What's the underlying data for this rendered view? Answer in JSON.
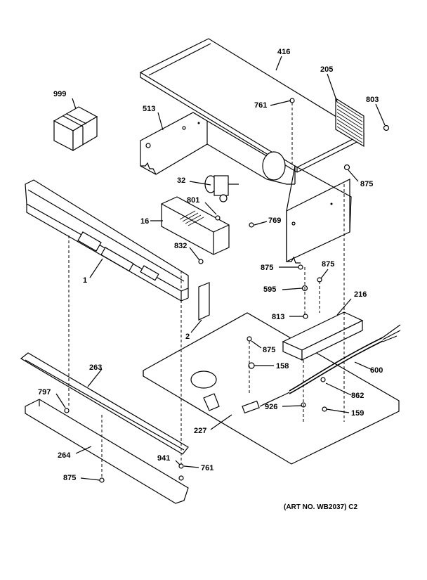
{
  "diagram": {
    "art_number": "(ART NO. WB2037) C2",
    "callouts": {
      "p999": "999",
      "p513": "513",
      "p416": "416",
      "p205": "205",
      "p761_top": "761",
      "p803": "803",
      "p875_a": "875",
      "p32": "32",
      "p801": "801",
      "p16": "16",
      "p769": "769",
      "p832": "832",
      "p1": "1",
      "p2": "2",
      "p875_b": "875",
      "p875_c": "875",
      "p595": "595",
      "p216": "216",
      "p813": "813",
      "p875_d": "875",
      "p158": "158",
      "p600": "600",
      "p862": "862",
      "p926": "926",
      "p159": "159",
      "p263": "263",
      "p797": "797",
      "p227": "227",
      "p264": "264",
      "p941": "941",
      "p761_bot": "761",
      "p875_e": "875"
    }
  }
}
